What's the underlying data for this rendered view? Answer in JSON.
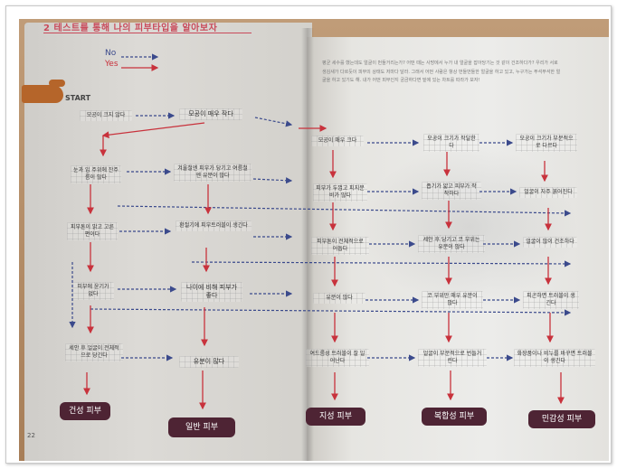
{
  "page": {
    "title": "2 테스트를 통해 나의 피부타입을 알아보자",
    "legend": {
      "no": "No",
      "yes": "Yes"
    },
    "start": "START",
    "page_number": "22",
    "intro_text": "평균 세수를 했는데도 얼굴이 번들거리는가? 어떤 때는 사방에서 누가 내 얼굴을 잡아당기는 것 같이 건조하다가? 우리가 서로 생김새가 다르듯이 피부의 상태도 저마다 달라. 그래서 어떤 사람은 항상 번들번들한 얼굴을 하고 있고, 누구가는 푸석푸석한 얼굴을 하고 있기도 해. 내가 어떤 피부인지 궁금하다면 밑에 있는 차트를 따라가 보자!"
  },
  "left_boxes": [
    "모공이 크지 않다",
    "모공이 매우 작다",
    "눈과 입 주위에 잔주름이 많다",
    "겨울철엔 피부가 당기고 여름철엔 유분이 많다",
    "피부톤이 밝고 고른편이다",
    "환절기에 피부트러블이 생긴다",
    "피부에 윤기가 없다",
    "나이에 비해 피부가 좋다",
    "세안 후 얼굴이 전체적으로 당긴다",
    "유분이 많다"
  ],
  "right_boxes": [
    "모공이 매우 크다",
    "모공이 크기가 작달한다",
    "모공이 크기가 부분적으로 다르다",
    "피부가 두껍고 피지분비가 많다",
    "좁기가 얇고 피부가 착착하다",
    "얼굴이 자주 붉어진다",
    "피부톤이 전체적으로 어둡다",
    "세안 후 당기고 코 부위는 유분이 많다",
    "얼굴이 많이 건조하다",
    "유분이 많다",
    "코 부위만 매우 유분이 많다",
    "피곤하면 트러블이 생긴다",
    "여드름성 트러블이 잘 일어난다",
    "얼굴이 부분적으로 번들거린다",
    "화장품이나 비누를 바꾸면 트러블이 생긴다"
  ],
  "results": [
    "건성 피부",
    "일반 피부",
    "지성 피부",
    "복합성 피부",
    "민감성 피부"
  ],
  "colors": {
    "yes": "#c8323c",
    "no": "#3b4a8c",
    "pill": "#4e2434",
    "title": "#c94a5a"
  }
}
